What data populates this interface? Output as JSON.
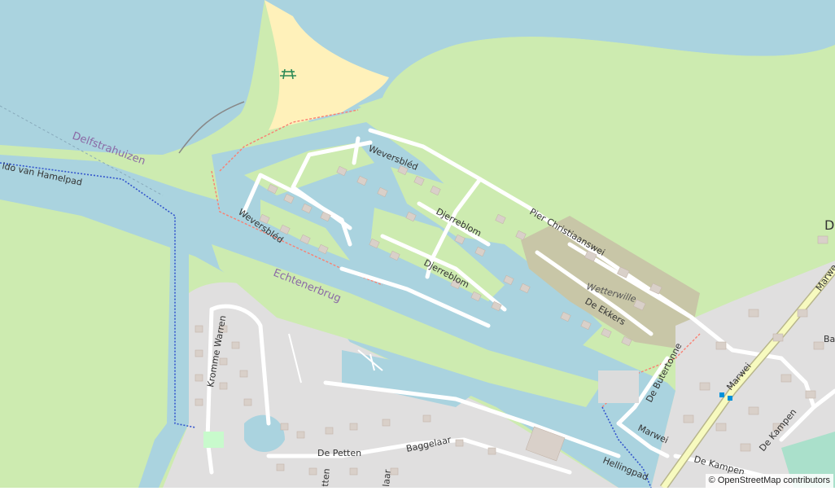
{
  "map": {
    "colors": {
      "water": "#aad3df",
      "meadow": "#cdebb0",
      "residential": "#e0dfdf",
      "estate": "#c8c6a7",
      "beach": "#fff1ba",
      "road": "#ffffff",
      "primary": "#f7fabf",
      "building": "#d9d0c9",
      "path_red": "#fa8072",
      "path_blue": "#3355cc",
      "picnic": "#2e8b57"
    },
    "icons": {
      "picnic": "picnic-table-icon",
      "bus_stop": "bus-stop-icon"
    },
    "labels": {
      "place_delfstrahuizen": "Delfstrahuizen",
      "place_echtenerbrug": "Echtenerbrug",
      "path_hamel": "ido van Hamelpad",
      "street_weversbled_top": "Weversbléd",
      "street_weversbled_left": "Weversbléd",
      "street_djerreblom_1": "Djerreblom",
      "street_djerreblom_2": "Djerreblom",
      "street_pier": "Pier Christiaanswei",
      "estate_wetterwille": "Wetterwille",
      "street_ekkers": "De Ekkers",
      "street_butertonne": "De Butertonne",
      "street_kromme": "Kromme Warren",
      "street_petten": "De Petten",
      "street_baggelaar": "Baggelaar",
      "street_marwei_main": "Marwei",
      "street_marwei_side": "Marwei",
      "street_marwei_edge": "Marwe",
      "street_kampen_1": "De Kampen",
      "street_kampen_2": "De Kampen",
      "street_hellingpad": "Hellingpad",
      "street_ba": "Ba",
      "street_tten": "tten",
      "street_laar": "laar",
      "place_d": "D"
    },
    "attribution": "© OpenStreetMap contributors"
  }
}
